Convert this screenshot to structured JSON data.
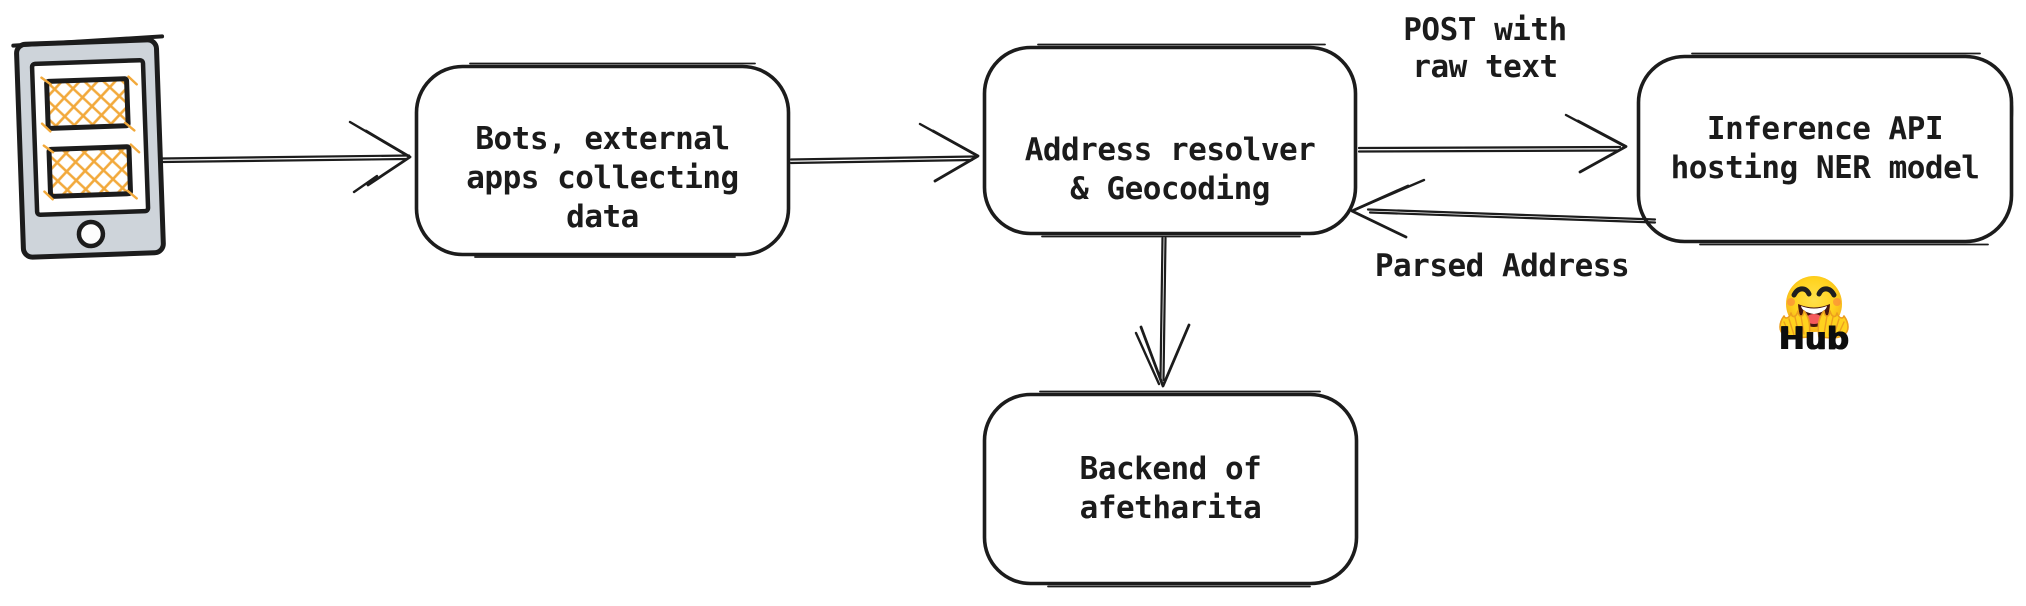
{
  "diagram": {
    "nodes": {
      "device": {
        "icon": "phone-sketch-icon"
      },
      "bots": {
        "label": "Bots, external\napps collecting\ndata"
      },
      "resolver": {
        "label": "Address resolver\n& Geocoding"
      },
      "inference": {
        "label": "Inference API\nhosting NER model"
      },
      "backend": {
        "label": "Backend of\nafetharita"
      }
    },
    "edge_labels": {
      "post": "POST with\nraw text",
      "parsed": "Parsed Address"
    },
    "hub": {
      "icon": "hugging-face-emoji",
      "label": "Hub"
    },
    "colors": {
      "ink": "#1b1b1b",
      "phone_bezel": "#ced4da",
      "hatch_orange": "#f2a93b",
      "hf_yellow": "#ffd21e"
    }
  }
}
